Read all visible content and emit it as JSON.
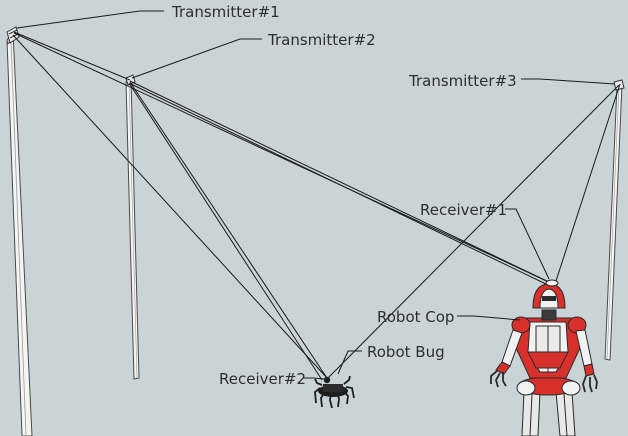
{
  "labels": {
    "transmitter_1": "Transmitter#1",
    "transmitter_2": "Transmitter#2",
    "transmitter_3": "Transmitter#3",
    "receiver_1": "Receiver#1",
    "receiver_2": "Receiver#2",
    "robot_cop": "Robot Cop",
    "robot_bug": "Robot Bug"
  },
  "colors": {
    "background": "#cad4d6",
    "pole": "#f4f4f4",
    "pole_edge": "#4a4a4a",
    "signal_line": "#1a1a1a",
    "robot_cop_red": "#d8302a",
    "robot_cop_white": "#f2f2f2",
    "robot_cop_dark": "#2a2a2a",
    "robot_bug": "#1e1e1e"
  }
}
